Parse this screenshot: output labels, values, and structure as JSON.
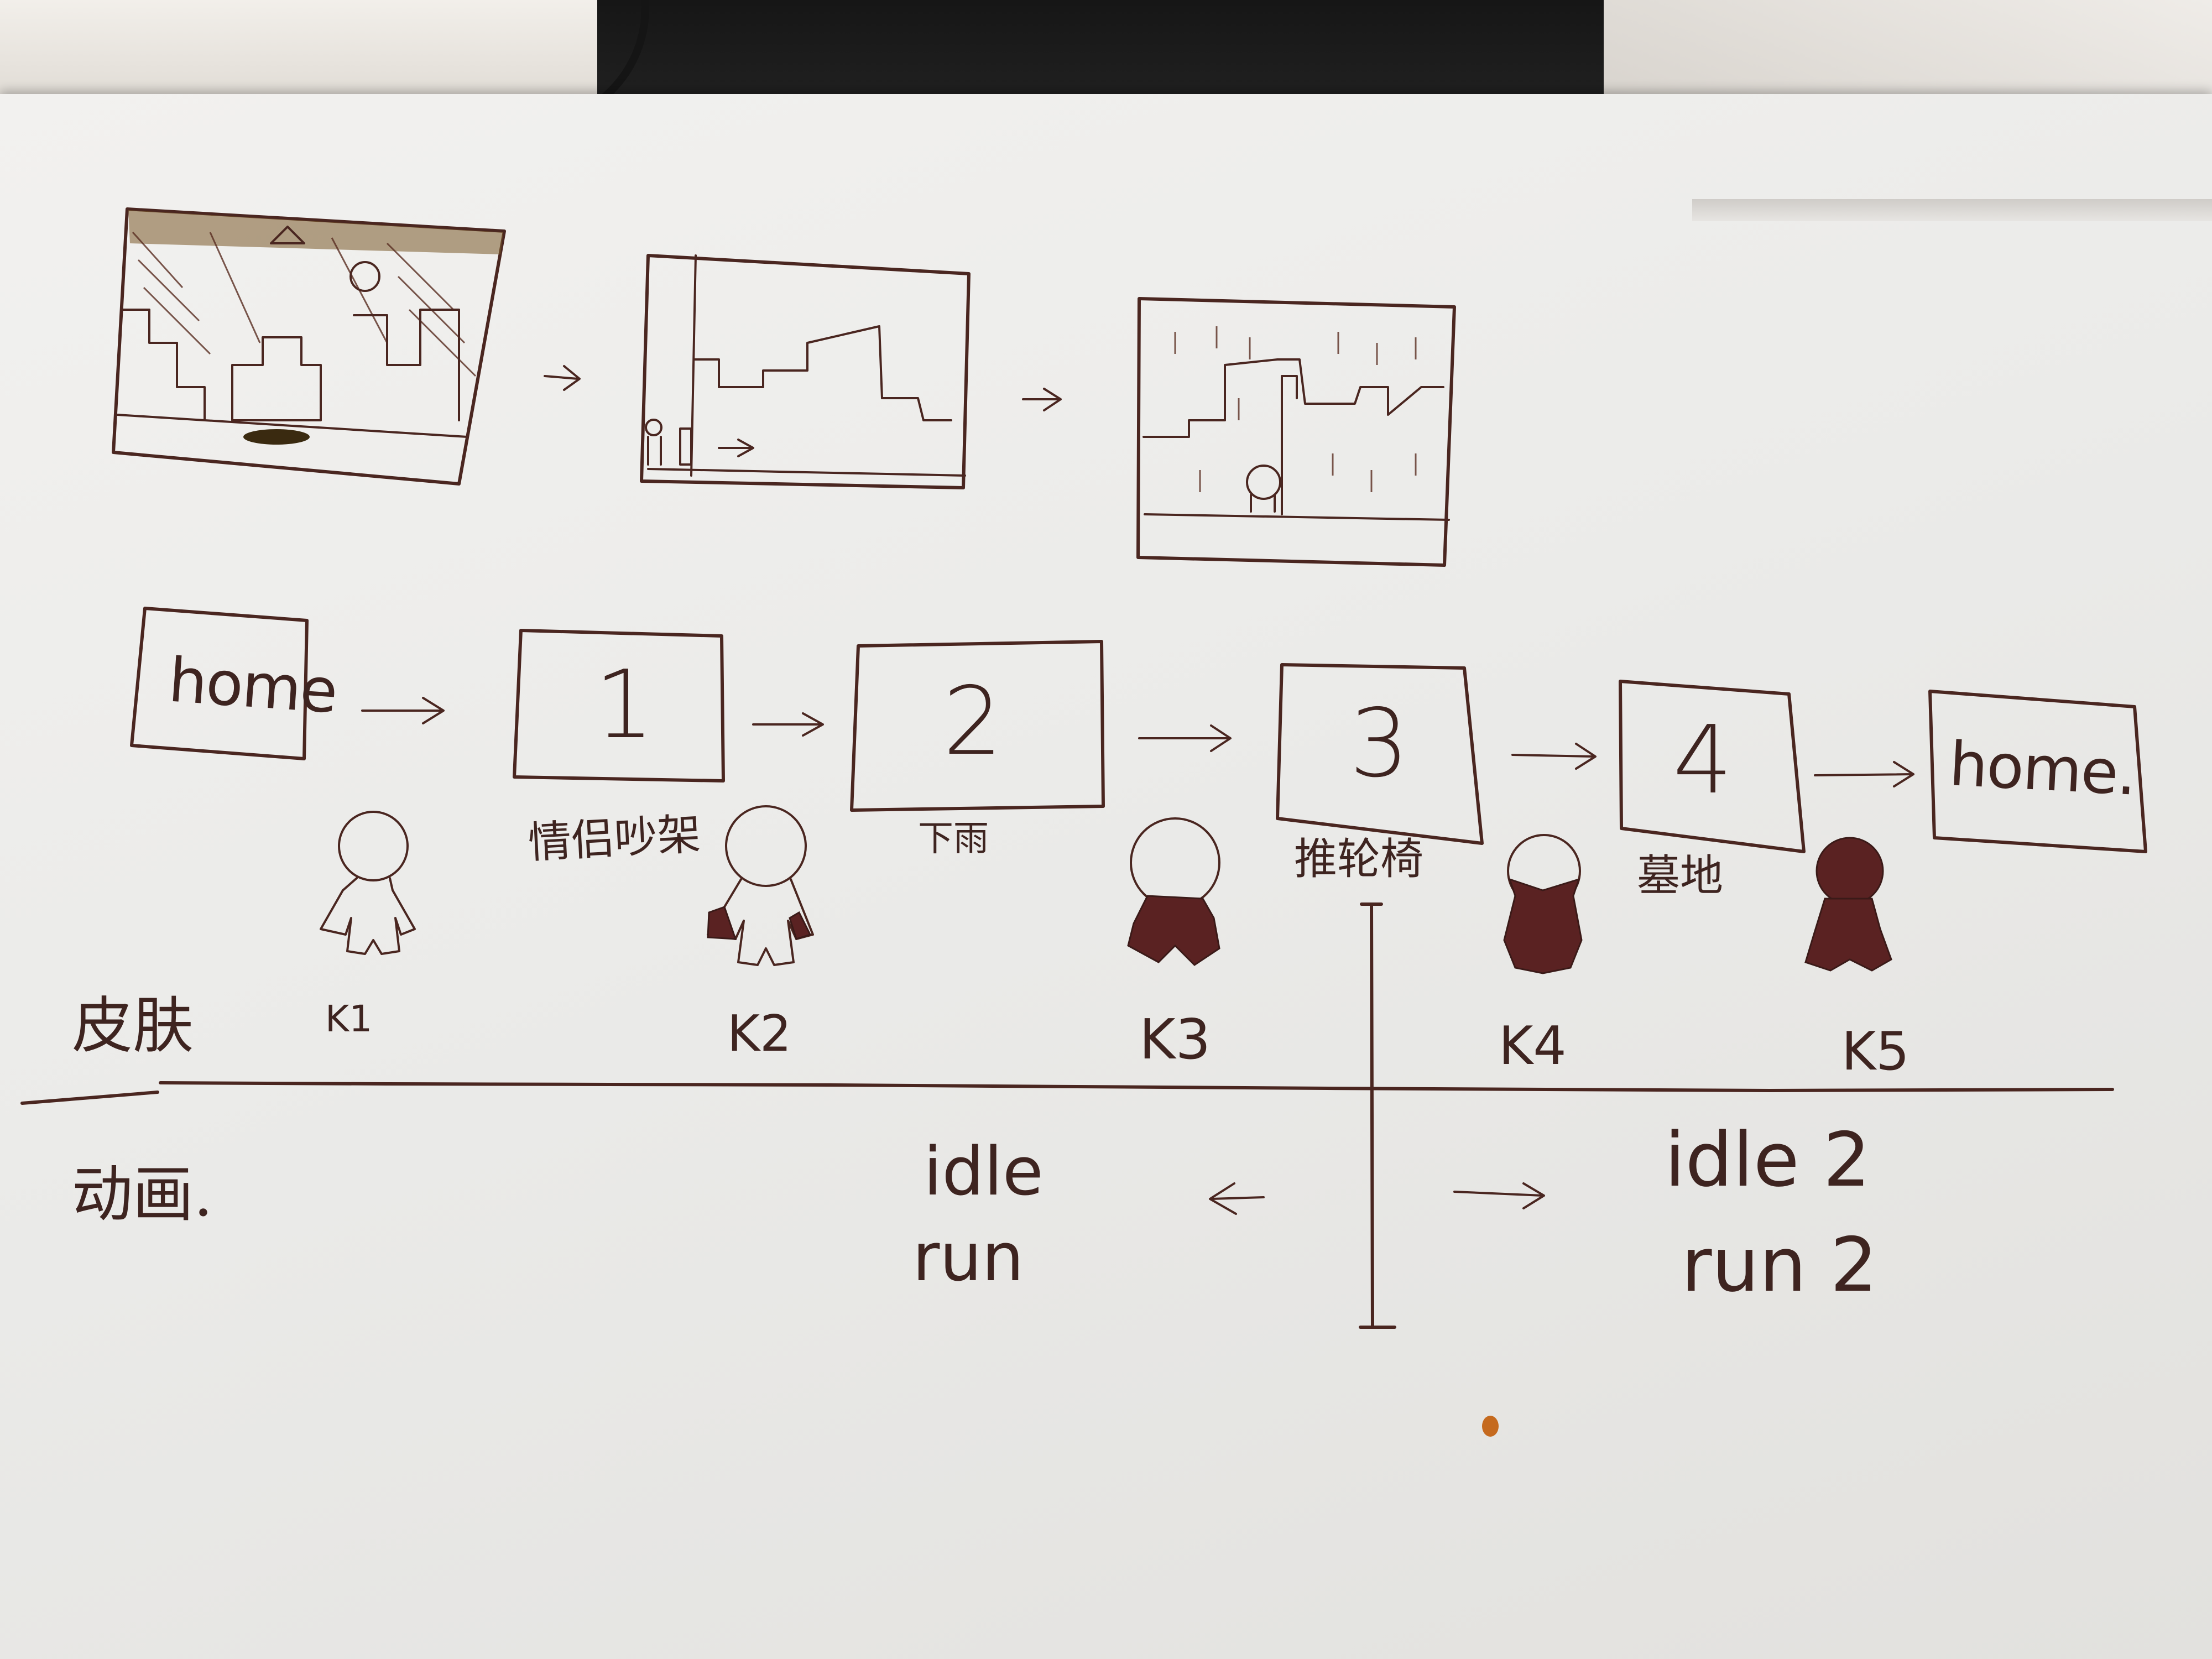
{
  "whiteboard": {
    "storyboard_frames": [
      {
        "label": ""
      },
      {
        "label": ""
      },
      {
        "label": ""
      }
    ],
    "level_flow": [
      {
        "box": "home",
        "caption": ""
      },
      {
        "box": "1",
        "caption": "情侣吵架"
      },
      {
        "box": "2",
        "caption": "下雨"
      },
      {
        "box": "3",
        "caption": "推轮椅"
      },
      {
        "box": "4",
        "caption": "墓地"
      },
      {
        "box": "home.",
        "caption": ""
      }
    ],
    "skin_row": {
      "label": "皮肤",
      "skins": [
        "K1",
        "K2",
        "K3",
        "K4",
        "K5"
      ]
    },
    "animation_row": {
      "label": "动画.",
      "left_set": [
        "idle",
        "run"
      ],
      "right_set": [
        "idle 2",
        "run 2"
      ]
    },
    "ink_color": "#4a2620",
    "accent_fill_color": "#5a2222"
  }
}
